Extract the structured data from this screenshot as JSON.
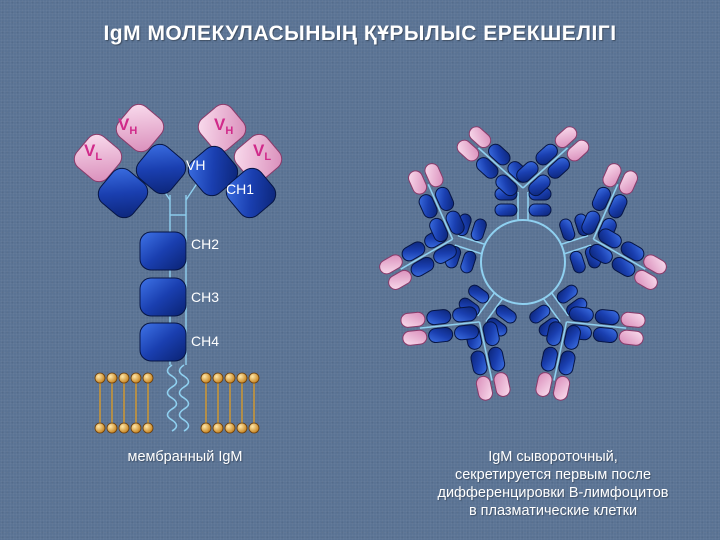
{
  "title": "IgM МОЛЕКУЛАСЫНЫҢ ҚҰРЫЛЫС ЕРЕКШЕЛІГІ",
  "labels": {
    "vh_left_main": "V",
    "vh_left_sub": "H",
    "vh_right_main": "V",
    "vh_right_sub": "H",
    "vl_left_main": "V",
    "vl_left_sub": "L",
    "vl_right_main": "V",
    "vl_right_sub": "L",
    "vh_center": "VH",
    "ch1": "CH1",
    "ch2": "CH2",
    "ch3": "CH3",
    "ch4": "CH4"
  },
  "captions": {
    "left": "мембранный IgM",
    "right_lines": [
      "IgM сывороточный,",
      "секретируется первым после",
      "дифференцировки В-лимфоцитов",
      "в плазматические клетки"
    ]
  },
  "colors": {
    "background": "#5a7394",
    "heavy_chain": "#1a3fb0",
    "light_chain": "#e8a8d0",
    "light_chain_label": "#d02a8a",
    "linker": "#8fd0f0",
    "membrane_lipid": "#d79a2a"
  }
}
